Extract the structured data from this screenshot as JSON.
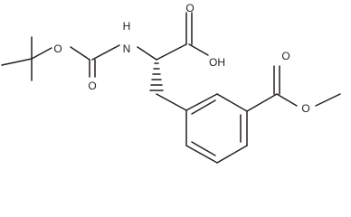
{
  "molecule": {
    "atom_labels": {
      "ester_o_left": "O",
      "carbonyl_o_top": "O",
      "amine_nh": "H",
      "amine_n": "N",
      "acid_o": "O",
      "acid_oh": "OH",
      "methyl_ester_o_top": "O",
      "methyl_ester_o": "O"
    }
  }
}
